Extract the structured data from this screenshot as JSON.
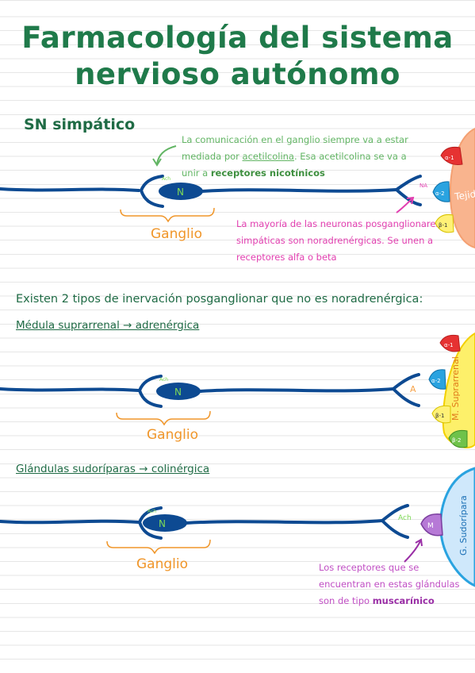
{
  "title": {
    "line1": "Farmacología del sistema",
    "line2": "nervioso autónomo"
  },
  "section1": {
    "heading": "SN simpático",
    "note_green": {
      "part1": "La comunicación en el ganglio siempre va a estar mediada por ",
      "acetilcolina": "acetilcolina",
      "part2": ". Esa acetilcolina se va a unir a ",
      "bold": "receptores nicotínicos"
    },
    "note_pink": "La mayoría de las neuronas posganglionares simpáticas son noradrenérgicas. Se unen a receptores alfa o beta",
    "ganglio": "Ganglio",
    "ach": "Ach",
    "nucleus": "N",
    "na": "NA",
    "receptors": [
      "α-1",
      "α-2",
      "β-1"
    ],
    "target": "Tejido"
  },
  "intro_line": "Existen 2 tipos de inervación posganglionar que no es noradrenérgica:",
  "section2": {
    "subtitle": "Médula suprarrenal → adrenérgica",
    "ganglio": "Ganglio",
    "ach": "Ach",
    "nucleus": "N",
    "transmitter": "A",
    "receptors": [
      "α-1",
      "α-2",
      "β-1",
      "β-2"
    ],
    "target": "M. Suprarrenal"
  },
  "section3": {
    "subtitle": "Glándulas sudoríparas → colinérgica",
    "ganglio": "Ganglio",
    "ach": "Ach",
    "nucleus": "N",
    "ach_post": "Ach",
    "receptor": "M",
    "target": "G. Sudorípara",
    "note_violet": {
      "part1": "Los receptores que se encuentran en estas glándulas son de tipo ",
      "bold": "muscarínico"
    }
  },
  "colors": {
    "axon": "#0d4a92",
    "title_green": "#1f7a4a",
    "ganglio_orange": "#f0962a",
    "note_green": "#62b564",
    "note_pink": "#e23fb0",
    "note_violet": "#c04fc4",
    "tejido": "#f9b48e",
    "suprarrenal": "#fdf06a",
    "sudoripara": "#cfe8fb"
  }
}
